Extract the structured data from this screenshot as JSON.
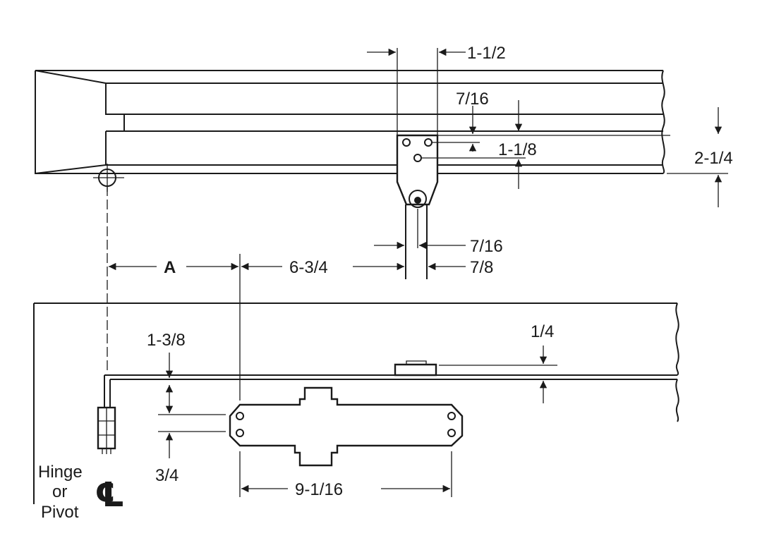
{
  "dimensions": {
    "d_1_1_2": "1-1/2",
    "d_7_16_top": "7/16",
    "d_1_1_8": "1-1/8",
    "d_2_1_4": "2-1/4",
    "d_7_16_arm": "7/16",
    "d_7_8": "7/8",
    "d_A": "A",
    "d_6_3_4": "6-3/4",
    "d_1_3_8": "1-3/8",
    "d_1_4": "1/4",
    "d_3_4": "3/4",
    "d_9_1_16": "9-1/16"
  },
  "labels": {
    "hinge": "Hinge",
    "or": "or",
    "pivot": "Pivot",
    "centerline_symbol": "℄"
  },
  "colors": {
    "ink": "#1a1a1a",
    "paper": "#ffffff"
  }
}
